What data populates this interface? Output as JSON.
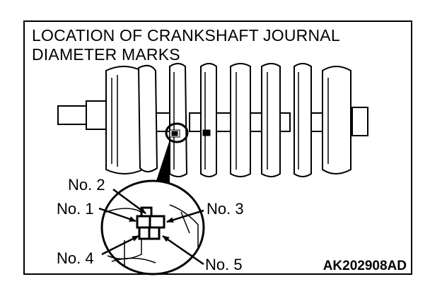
{
  "title_line1": "LOCATION OF CRANKSHAFT JOURNAL",
  "title_line2": "DIAMETER MARKS",
  "labels": {
    "no1": "No. 1",
    "no2": "No. 2",
    "no3": "No. 3",
    "no4": "No. 4",
    "no5": "No. 5"
  },
  "figure_code": "AK202908AD"
}
